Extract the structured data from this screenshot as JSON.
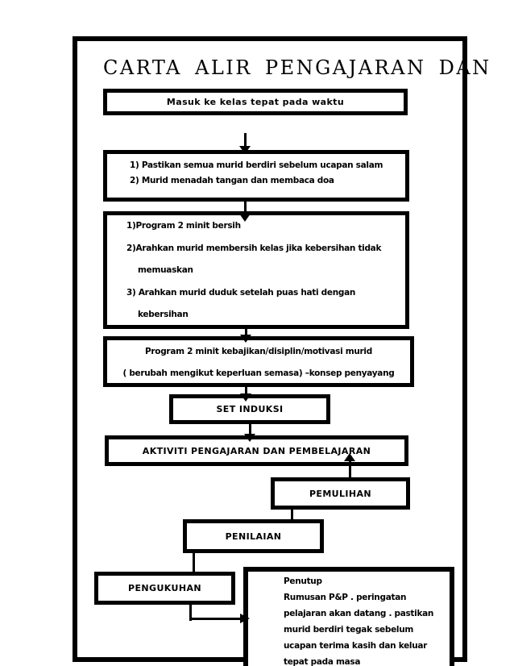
{
  "page_title": "CARTA ALIR PENGAJARAN DAN",
  "colors": {
    "ink": "#000000",
    "paper": "#ffffff"
  },
  "flow": {
    "masuk": {
      "label": "Masuk ke kelas tepat pada waktu"
    },
    "salam": {
      "lines": [
        "1)  Pastikan semua murid berdiri sebelum ucapan salam",
        "2)  Murid menadah tangan dan membaca doa"
      ]
    },
    "bersih": {
      "lines": [
        "1)Program 2 minit bersih",
        "2)Arahkan murid membersih kelas jika kebersihan tidak",
        "memuaskan",
        "3) Arahkan murid duduk setelah puas hati dengan",
        "kebersihan"
      ]
    },
    "kebajikan": {
      "lines": [
        "Program 2 minit kebajikan/disiplin/motivasi murid",
        "( berubah mengikut keperluan semasa) –konsep penyayang"
      ]
    },
    "set_induksi": {
      "label": "SET INDUKSI"
    },
    "aktiviti": {
      "label": "AKTIVITI PENGAJARAN DAN PEMBELAJARAN"
    },
    "pemulihan": {
      "label": "PEMULIHAN"
    },
    "penilaian": {
      "label": "PENILAIAN"
    },
    "pengukuhan": {
      "label": "PENGUKUHAN"
    },
    "penutup": {
      "lines": [
        "Penutup",
        "Rumusan P&P . peringatan",
        "pelajaran akan datang . pastikan",
        "murid berdiri tegak sebelum",
        "ucapan terima kasih dan keluar",
        "tepat pada masa"
      ]
    }
  }
}
